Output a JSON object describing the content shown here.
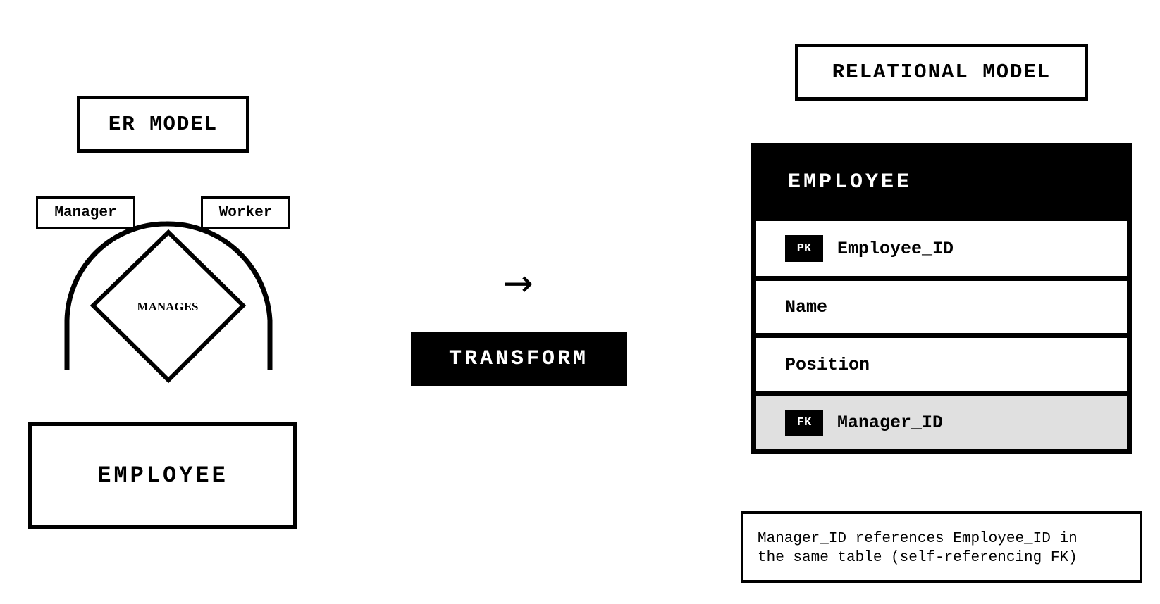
{
  "er_model": {
    "title": "ER MODEL",
    "role_left": "Manager",
    "role_right": "Worker",
    "relationship": "MANAGES",
    "entity": "EMPLOYEE"
  },
  "transform": {
    "arrow": "→",
    "label": "TRANSFORM"
  },
  "relational_model": {
    "title": "RELATIONAL MODEL",
    "table_name": "EMPLOYEE",
    "columns": [
      {
        "key": "PK",
        "name": "Employee_ID"
      },
      {
        "key": "",
        "name": "Name"
      },
      {
        "key": "",
        "name": "Position"
      },
      {
        "key": "FK",
        "name": "Manager_ID"
      }
    ],
    "note": "Manager_ID references Employee_ID in\nthe same table (self-referencing FK)"
  },
  "colors": {
    "ink": "#000000",
    "paper": "#ffffff",
    "fk_row_fill": "#e0e0e0"
  }
}
